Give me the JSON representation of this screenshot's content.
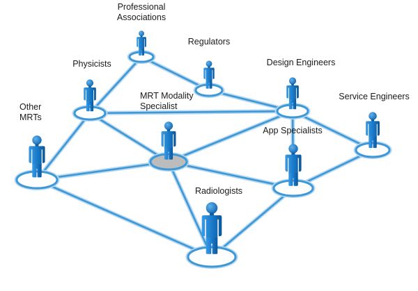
{
  "nodes": [
    {
      "id": "professional-associations",
      "label": "Professional\nAssociations",
      "highlight": false
    },
    {
      "id": "regulators",
      "label": "Regulators",
      "highlight": false
    },
    {
      "id": "physicists",
      "label": "Physicists",
      "highlight": false
    },
    {
      "id": "design-engineers",
      "label": "Design Engineers",
      "highlight": false
    },
    {
      "id": "mrt-modality-specialist",
      "label": "MRT Modality\nSpecialist",
      "highlight": true
    },
    {
      "id": "service-engineers",
      "label": "Service Engineers",
      "highlight": false
    },
    {
      "id": "other-mrts",
      "label": "Other\nMRTs",
      "highlight": false
    },
    {
      "id": "app-specialists",
      "label": "App Specialists",
      "highlight": false
    },
    {
      "id": "radiologists",
      "label": "Radiologists",
      "highlight": false
    }
  ],
  "edges": [
    [
      "professional-associations",
      "regulators"
    ],
    [
      "professional-associations",
      "physicists"
    ],
    [
      "regulators",
      "design-engineers"
    ],
    [
      "physicists",
      "design-engineers"
    ],
    [
      "physicists",
      "other-mrts"
    ],
    [
      "physicists",
      "mrt-modality-specialist"
    ],
    [
      "design-engineers",
      "mrt-modality-specialist"
    ],
    [
      "design-engineers",
      "service-engineers"
    ],
    [
      "design-engineers",
      "app-specialists"
    ],
    [
      "other-mrts",
      "mrt-modality-specialist"
    ],
    [
      "other-mrts",
      "radiologists"
    ],
    [
      "mrt-modality-specialist",
      "app-specialists"
    ],
    [
      "mrt-modality-specialist",
      "radiologists"
    ],
    [
      "service-engineers",
      "app-specialists"
    ],
    [
      "app-specialists",
      "radiologists"
    ]
  ],
  "colors": {
    "line": "#3d98d8",
    "figure": "#1878c8",
    "figure_dark": "#0e5ea6",
    "ring": "#3d98d8",
    "ring_fill": "#ffffff",
    "ring_highlight_fill": "#bcbcbc",
    "shadow": "#b8d8ef"
  }
}
